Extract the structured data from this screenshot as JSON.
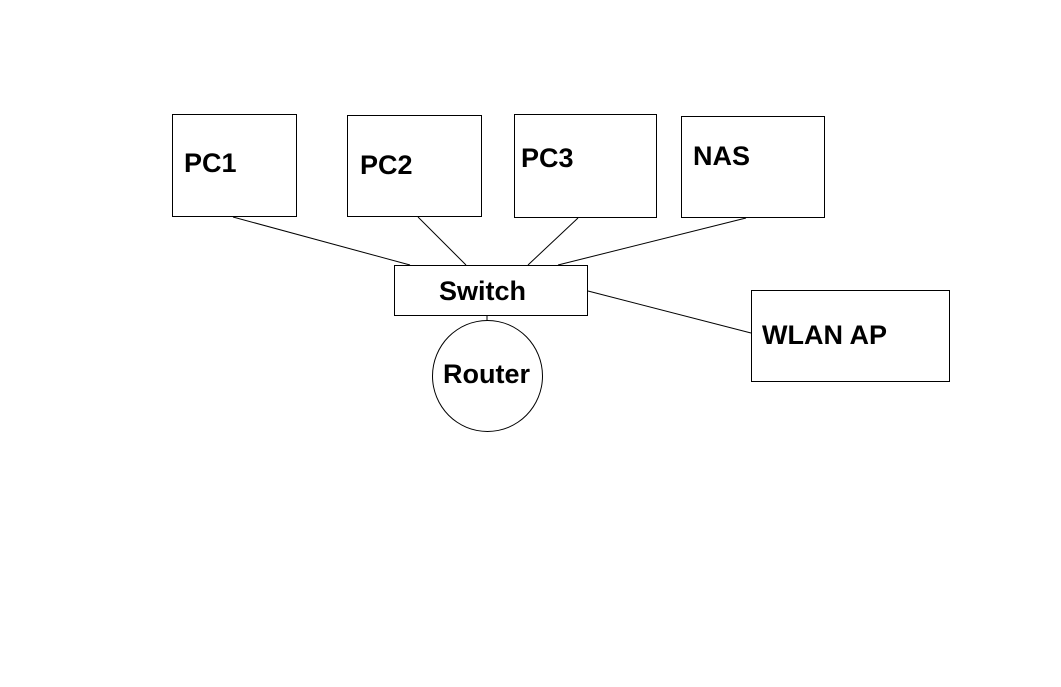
{
  "diagram": {
    "nodes": {
      "pc1": {
        "label": "PC1",
        "shape": "rectangle"
      },
      "pc2": {
        "label": "PC2",
        "shape": "rectangle"
      },
      "pc3": {
        "label": "PC3",
        "shape": "rectangle"
      },
      "nas": {
        "label": "NAS",
        "shape": "rectangle"
      },
      "switch": {
        "label": "Switch",
        "shape": "rectangle"
      },
      "router": {
        "label": "Router",
        "shape": "circle"
      },
      "wlan_ap": {
        "label": "WLAN AP",
        "shape": "rectangle"
      }
    },
    "edges": [
      {
        "from": "pc1",
        "to": "switch"
      },
      {
        "from": "pc2",
        "to": "switch"
      },
      {
        "from": "pc3",
        "to": "switch"
      },
      {
        "from": "nas",
        "to": "switch"
      },
      {
        "from": "switch",
        "to": "router"
      },
      {
        "from": "switch",
        "to": "wlan_ap"
      }
    ],
    "colors": {
      "stroke": "#000000",
      "fill": "#ffffff",
      "text": "#000000"
    }
  }
}
